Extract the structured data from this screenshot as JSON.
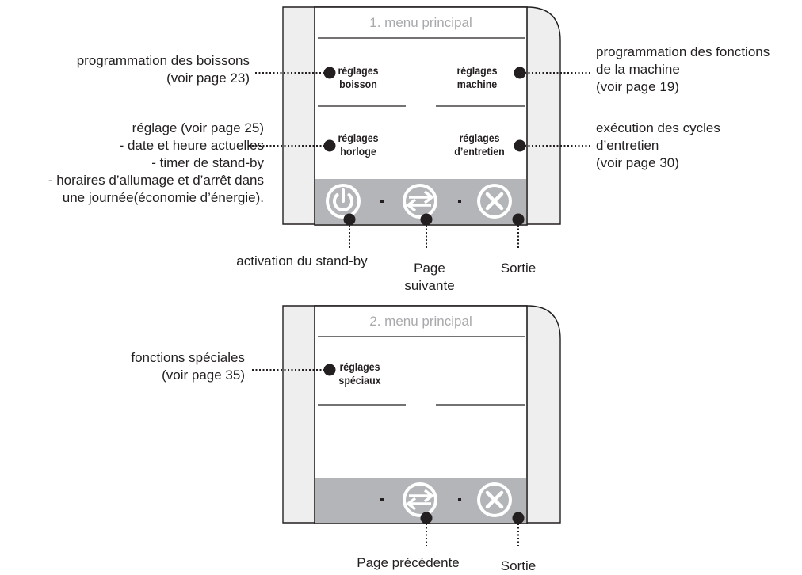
{
  "screen1": {
    "title": "1. menu principal",
    "buttons": [
      {
        "line1": "réglages",
        "line2": "boisson"
      },
      {
        "line1": "réglages",
        "line2": "machine"
      },
      {
        "line1": "réglages",
        "line2": "horloge"
      },
      {
        "line1": "réglages",
        "line2": "d’entretien"
      }
    ],
    "footer_icons": [
      "power-icon",
      "swap-arrows-icon",
      "close-icon"
    ]
  },
  "screen2": {
    "title": "2. menu principal",
    "buttons": [
      {
        "line1": "réglages",
        "line2": "spéciaux"
      }
    ],
    "footer_icons": [
      "swap-arrows-icon",
      "close-icon"
    ]
  },
  "callouts": {
    "boissons": [
      "programmation des boissons",
      "(voir page 23)"
    ],
    "machine": [
      "programmation des fonctions",
      "de la machine",
      "(voir page 19)"
    ],
    "horloge": [
      "réglage (voir page 25)",
      "- date et heure actuelles",
      "- timer de stand-by",
      "- horaires d’allumage et d’arrêt dans",
      "une journée(économie d’énergie)."
    ],
    "entretien": [
      "exécution des cycles",
      "d’entretien",
      "(voir page 30)"
    ],
    "standby": "activation du stand-by",
    "page_suivante": [
      "Page",
      "suivante"
    ],
    "sortie1": "Sortie",
    "speciales": [
      "fonctions spéciales",
      "(voir page 35)"
    ],
    "page_precedente": "Page précédente",
    "sortie2": "Sortie"
  },
  "colors": {
    "panel": "#eeeeef",
    "footer": "#b3b5b8",
    "stroke": "#231f20",
    "title": "#a7a9ac"
  }
}
